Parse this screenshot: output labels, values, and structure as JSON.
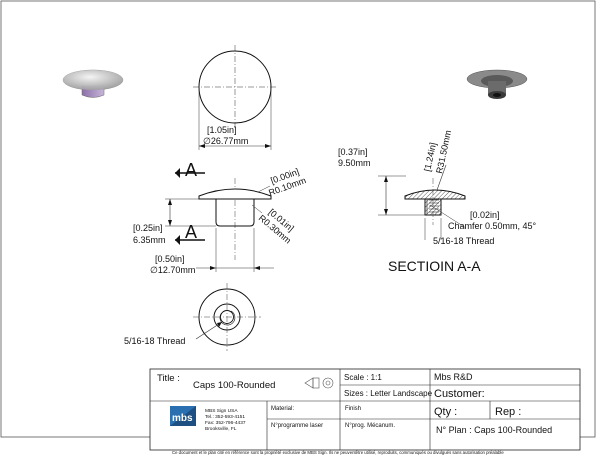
{
  "drawing": {
    "front_view": {
      "diameter_in": "[1.05in]",
      "diameter_mm": "∅26.77mm"
    },
    "side_view": {
      "section_mark_top": "A",
      "section_mark_bottom": "A",
      "top_radius_in": "[0.00in]",
      "top_radius_mm": "R0.10mm",
      "fillet_in": "[0.01in]",
      "fillet_mm": "R0.30mm",
      "height_in": "[0.25in]",
      "height_mm": "6.35mm",
      "stem_dia_in": "[0.50in]",
      "stem_dia_mm": "∅12.70mm"
    },
    "section_view": {
      "thickness_in": "[0.37in]",
      "thickness_mm": "9.50mm",
      "dome_radius_in": "[1.24in]",
      "dome_radius_mm": "R31.50mm",
      "chamfer_in": "[0.02in]",
      "chamfer_mm": "Chamfer 0.50mm, 45°",
      "thread": "5/16-18 Thread",
      "title": "SECTIOIN A-A"
    },
    "bottom_view": {
      "thread": "5/16-18 Thread"
    }
  },
  "title_block": {
    "title_label": "Title :",
    "title_value": "Caps 100-Rounded",
    "scale": "Scale : 1:1",
    "sizes": "Sizes : Letter Landscape",
    "company": "Mbs R&D",
    "customer": "Customer:",
    "logo_text": "mbs",
    "address_lines": [
      "MBS Sign USA",
      "Tel.: 352-593-4151",
      "Fax: 352-796-4437",
      "Brooksville, FL"
    ],
    "material": "Material:",
    "finish": "Finish",
    "qty": "Qty :",
    "rep": "Rep :",
    "laser_program": "N°programme laser",
    "mech_program": "N°prog. Mécanum.",
    "plan_number": "N° Plan : Caps 100-Rounded"
  },
  "footer_note": "Ce document et le plan cité en référence sont la propriété exclusive de MBS Sign. Ils ne peuventêtre utilisé, reproduits, communiqués ou divulgués sans autorisation préalable"
}
